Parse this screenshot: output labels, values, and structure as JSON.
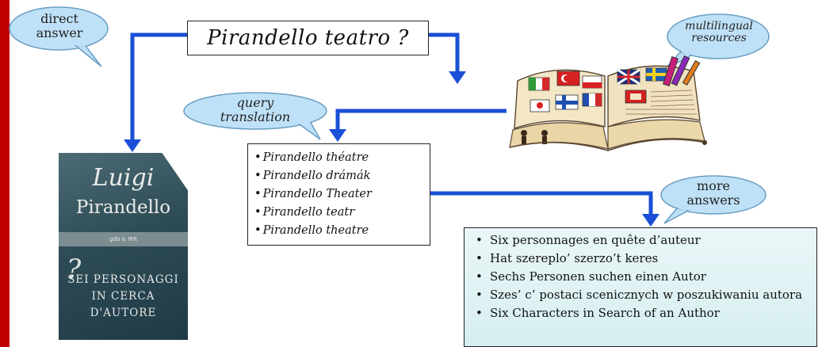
{
  "query": {
    "text": "Pirandello teatro ?"
  },
  "bubbles": {
    "direct_answer": [
      "direct",
      "answer"
    ],
    "multilingual_resources": [
      "multilingual",
      "resources"
    ],
    "query_translation": [
      "query",
      "translation"
    ],
    "more_answers": [
      "more",
      "answers"
    ]
  },
  "translations": [
    "Pirandello théatre",
    "Pirandello drámák",
    "Pirandello Theater",
    "Pirandello teatr",
    "Pirandello theatre"
  ],
  "answers": [
    "Six personnages en quête d’auteur",
    "Hat szereplo’ szerzo’t keres",
    "Sechs Personen suchen einen Autor",
    "Szes’ c’ postaci scenicznych w poszukiwaniu autora",
    "Six Characters in Search of an Author"
  ],
  "book": {
    "author_first": "Luigi",
    "author_last": "Pirandello",
    "band_text": "gdb & IRR",
    "title_line_1": "SEI PERSONAGGI",
    "title_line_2": "IN CERCA",
    "title_line_3": "D'AUTORE"
  },
  "colors": {
    "arrow": "#1a4fd6",
    "bubble_fill": "#bfe1f7",
    "bubble_stroke": "#6a9ec4",
    "side_bar": "#c00000",
    "answers_bg": "#e2f3f5"
  }
}
